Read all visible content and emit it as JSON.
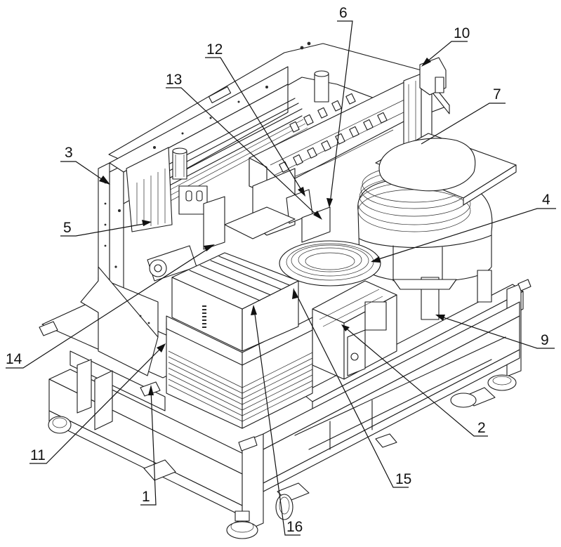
{
  "figure": {
    "type": "patent technical drawing",
    "description": "Isometric line drawing of an automated machine with numbered component callouts",
    "line_color": "#1a1a1a",
    "background": "#ffffff"
  },
  "callouts": [
    {
      "id": "c1",
      "label": "1"
    },
    {
      "id": "c2",
      "label": "2"
    },
    {
      "id": "c3",
      "label": "3"
    },
    {
      "id": "c4",
      "label": "4"
    },
    {
      "id": "c5",
      "label": "5"
    },
    {
      "id": "c6",
      "label": "6"
    },
    {
      "id": "c7",
      "label": "7"
    },
    {
      "id": "c9",
      "label": "9"
    },
    {
      "id": "c10",
      "label": "10"
    },
    {
      "id": "c11",
      "label": "11"
    },
    {
      "id": "c12",
      "label": "12"
    },
    {
      "id": "c13",
      "label": "13"
    },
    {
      "id": "c14",
      "label": "14"
    },
    {
      "id": "c15",
      "label": "15"
    },
    {
      "id": "c16",
      "label": "16"
    }
  ]
}
